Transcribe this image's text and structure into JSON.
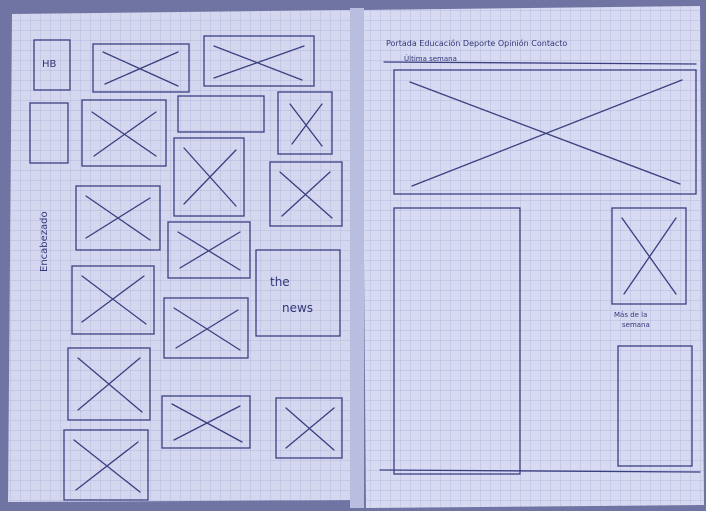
{
  "colors": {
    "paper": "#d4d7ee",
    "grid": "#a9aed7",
    "ink": "#3a3f80",
    "background": "#6f74a3"
  },
  "left_page": {
    "side_label": "Encabezado",
    "logo_box_text": "HB",
    "note_box_text": [
      "the",
      "news"
    ]
  },
  "right_page": {
    "nav_text": "Portada Educación Deporte Opinión Contacto",
    "nav_sub_text": "Última semana",
    "sidebar_caption": [
      "Más de la",
      "semana"
    ]
  }
}
